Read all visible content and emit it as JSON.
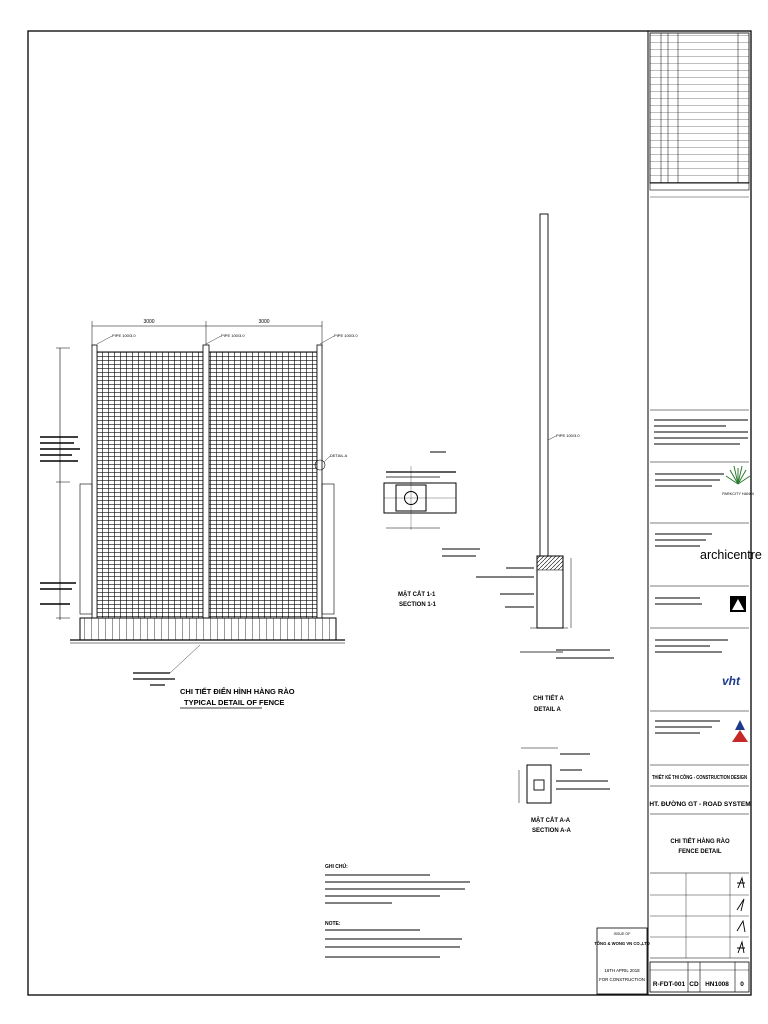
{
  "elevation": {
    "dim_bay_left": "3000",
    "dim_bay_right": "3000",
    "post_tag_left": "PIPE 100/3.0",
    "post_tag_mid": "PIPE 100/3.0",
    "post_tag_right": "PIPE 100/3.0",
    "detail_callout": "DETAIL A",
    "title_vn": "CHI TIẾT ĐIỂN HÌNH HÀNG RÀO",
    "title_en": "TYPICAL DETAIL OF FENCE"
  },
  "section_1_1": {
    "title_vn": "MẶT CẮT 1-1",
    "title_en": "SECTION 1-1"
  },
  "detail_a": {
    "pipe_label": "PIPE 100/3.0",
    "title_vn": "CHI TIẾT A",
    "title_en": "DETAIL A"
  },
  "section_a_a": {
    "title_vn": "MẶT CẮT A-A",
    "title_en": "SECTION A-A"
  },
  "notes": {
    "heading_vn": "GHI CHÚ:",
    "heading_en": "NOTE:"
  },
  "stamp": {
    "issued_by": "ISSUE OF",
    "company": "TỔNG & WONG VN CO.,LTD",
    "date": "16TH APRIL 2018",
    "status": "FOR CONSTRUCTION"
  },
  "title_block": {
    "client_logo_text": "PARKCITY HANOI",
    "architect_logo": "archicentre",
    "brand_vht": "vht",
    "stage": "THIẾT KẾ THI CÔNG - CONSTRUCTION DESIGN",
    "project_system": "HT. ĐƯỜNG GT - ROAD SYSTEM",
    "drawing_title_vn": "CHI TIẾT HÀNG RÀO",
    "drawing_title_en": "FENCE DETAIL",
    "drawing_no": "R-FDT-001",
    "code": "CD",
    "project_no": "HN1008",
    "revision": "0"
  }
}
